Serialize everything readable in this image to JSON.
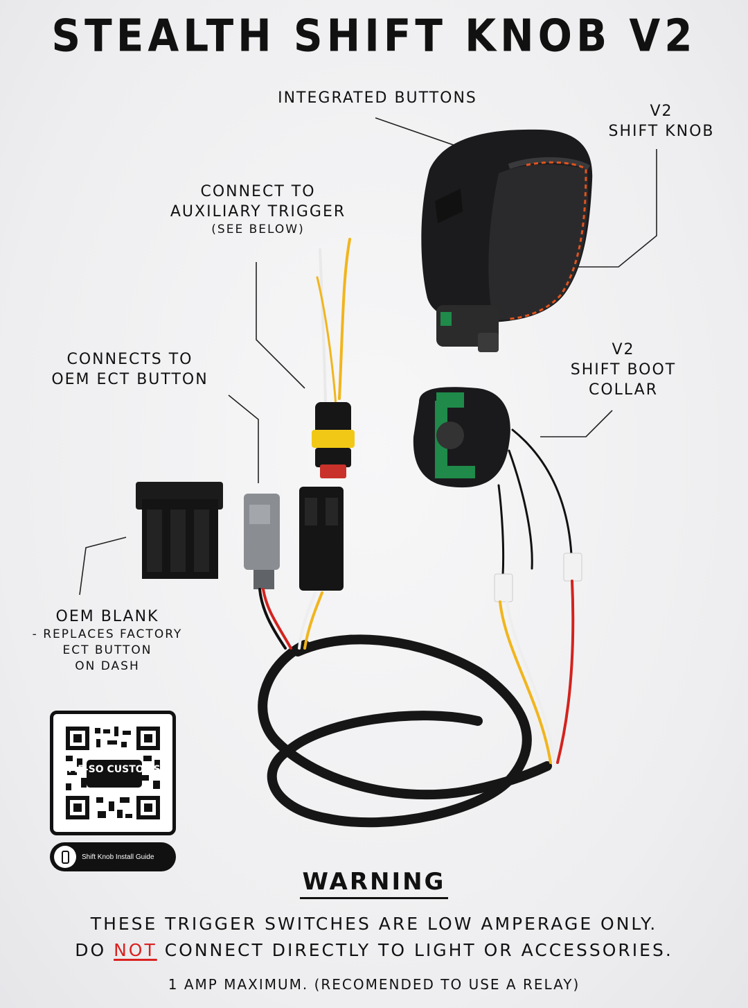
{
  "title": "STEALTH SHIFT KNOB V2",
  "labels": {
    "integrated_buttons": "INTEGRATED BUTTONS",
    "v2_shift_knob_1": "V2",
    "v2_shift_knob_2": "SHIFT KNOB",
    "aux_1": "CONNECT TO",
    "aux_2": "AUXILIARY TRIGGER",
    "aux_sub": "(SEE BELOW)",
    "ect_1": "CONNECTS TO",
    "ect_2": "OEM ECT BUTTON",
    "collar_1": "V2",
    "collar_2": "SHIFT BOOT",
    "collar_3": "COLLAR",
    "blank_1": "OEM BLANK",
    "blank_2": "- REPLACES FACTORY",
    "blank_3": "ECT BUTTON",
    "blank_4": "ON DASH"
  },
  "qr": {
    "logo_text": "ME-SO CUSTOMS",
    "button_label": "Shift Knob Install Guide"
  },
  "warning": {
    "heading": "WARNING",
    "line1": "THESE TRIGGER SWITCHES ARE LOW AMPERAGE ONLY.",
    "line2_pre": "DO ",
    "line2_emph": "NOT",
    "line2_post": " CONNECT DIRECTLY TO LIGHT OR ACCESSORIES.",
    "line3": "1 AMP MAXIMUM. (RECOMENDED TO USE A RELAY)"
  },
  "colors": {
    "accent_red": "#d9211f",
    "stitch_orange": "#e2531e",
    "wire_yellow": "#f1b51c",
    "wire_red": "#d3231e",
    "pcb_green": "#1f8a4a",
    "connector_yellow": "#f2c817"
  }
}
